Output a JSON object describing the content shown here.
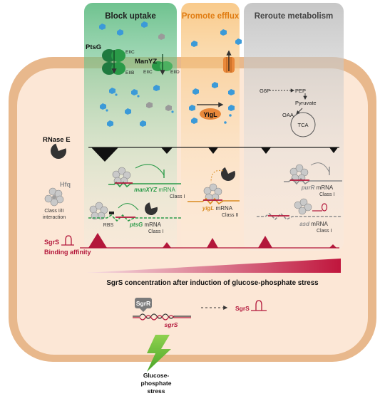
{
  "headers": {
    "block_uptake": "Block uptake",
    "promote_efflux": "Promote efflux",
    "reroute_metabolism": "Reroute metabolism"
  },
  "transporters": {
    "ptsg": "PtsG",
    "ptsg_eiic": "EIIC",
    "ptsg_eiib": "EIIB",
    "manyz": "ManYZ",
    "manyz_eiic": "EIIC",
    "manyz_eiid": "EIID",
    "yigl": "YigL"
  },
  "metabolism": {
    "g6p": "G6P",
    "pep": "PEP",
    "pyruvate": "Pyruvate",
    "oaa": "OAA",
    "tca": "TCA"
  },
  "factors": {
    "rnase_e": "RNase E",
    "hfq": "Hfq",
    "hfq_note_1": "Class I/II",
    "hfq_note_2": "interaction",
    "sgrs": "SgrS",
    "binding_affinity": "Binding affinity"
  },
  "mrnas": {
    "manxyz_name": "manXYZ",
    "manxyz_suffix": " mRNA",
    "manxyz_class": "Class I",
    "ptsg_name": "ptsG",
    "ptsg_suffix": " mRNA",
    "ptsg_class": "Class I",
    "rbs": "RBS",
    "yigl_name": "yigL",
    "yigl_suffix": " mRNA",
    "yigl_class": "Class II",
    "purr_name": "purR",
    "purr_suffix": " mRNA",
    "purr_class": "Class I",
    "asd_name": "asd",
    "asd_suffix": " mRNA",
    "asd_class": "Class I"
  },
  "gradient_label": "SgrS concentration after induction of glucose-phosphate stress",
  "transcription": {
    "sgrr": "SgrR",
    "sgrs_gene": "sgrS",
    "sgrs_rna": "SgrS"
  },
  "stress": {
    "line1": "Glucose-",
    "line2": "phosphate",
    "line3": "stress"
  },
  "colors": {
    "block_uptake_panel": "#2e9e5b",
    "promote_efflux_panel": "#f4b24a",
    "reroute_panel": "#a8a8a8",
    "cell_body": "#fbe3cf",
    "membrane": "#e7b68a",
    "sgrs_red": "#b3173b",
    "manxyz_green": "#2a9a48",
    "yigl_orange": "#d98a1f",
    "purr_gray": "#8c8c8c",
    "glucose_blue": "#3b9ad8"
  }
}
